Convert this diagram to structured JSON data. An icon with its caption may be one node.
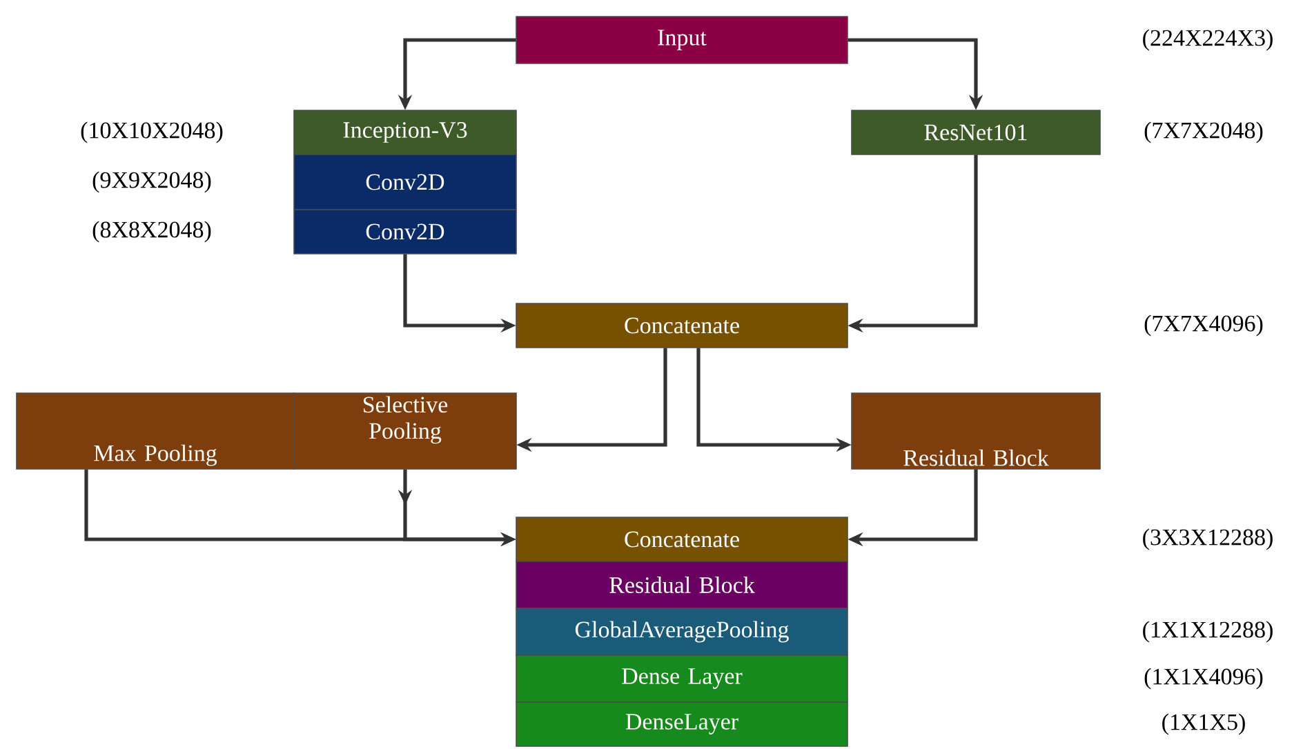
{
  "diagram": {
    "nodes": [
      {
        "text": [
          "Input"
        ]
      },
      {
        "text": [
          "Inception-V3"
        ],
        "beside": [
          "(10X10X2048)"
        ]
      },
      {
        "text": [
          "Conv2D"
        ],
        "beside": [
          "(9X9X2048)"
        ]
      },
      {
        "text": [
          "Conv2D"
        ],
        "beside": [
          "(8X8X2048)"
        ]
      },
      {
        "text": [
          "ResNet101"
        ],
        "beside": [
          "(7X7X2048)"
        ]
      },
      {
        "text": [
          "Concatenate"
        ]
      },
      {
        "text": [
          "Max Pooling"
        ]
      },
      {
        "text": [
          "Selective Pooling"
        ]
      },
      {
        "text": [
          "Residual Block"
        ]
      },
      {
        "text": [
          "Concatenate"
        ]
      },
      {
        "text": [
          "Residual Block"
        ]
      },
      {
        "text": [
          "GlobalAveragePooling"
        ]
      },
      {
        "text": [
          "Dense Layer"
        ]
      },
      {
        "text": [
          "DenseLayer"
        ]
      }
    ],
    "labels": [
      "(224X224X3)",
      "(7X7X4096)",
      "(3X3X12288)",
      "(1X1X12288)",
      "(1X1X4096)",
      "(1X1X5)"
    ],
    "edges": [
      {
        "from": 0,
        "to": 1,
        "arrow": "to"
      },
      {
        "from": 0,
        "to": 4,
        "arrow": "to"
      },
      {
        "from": 3,
        "to": 5,
        "arrow": "to"
      },
      {
        "from": 4,
        "to": 5,
        "arrow": "to"
      },
      {
        "from": 5,
        "to": 7,
        "arrow": "to"
      },
      {
        "from": 5,
        "to": 8,
        "arrow": "to"
      },
      {
        "from": 6,
        "to": 9,
        "arrow": "to"
      },
      {
        "from": 7,
        "to": 9,
        "arrow": "to"
      },
      {
        "from": 8,
        "to": 9,
        "arrow": "to"
      }
    ]
  }
}
